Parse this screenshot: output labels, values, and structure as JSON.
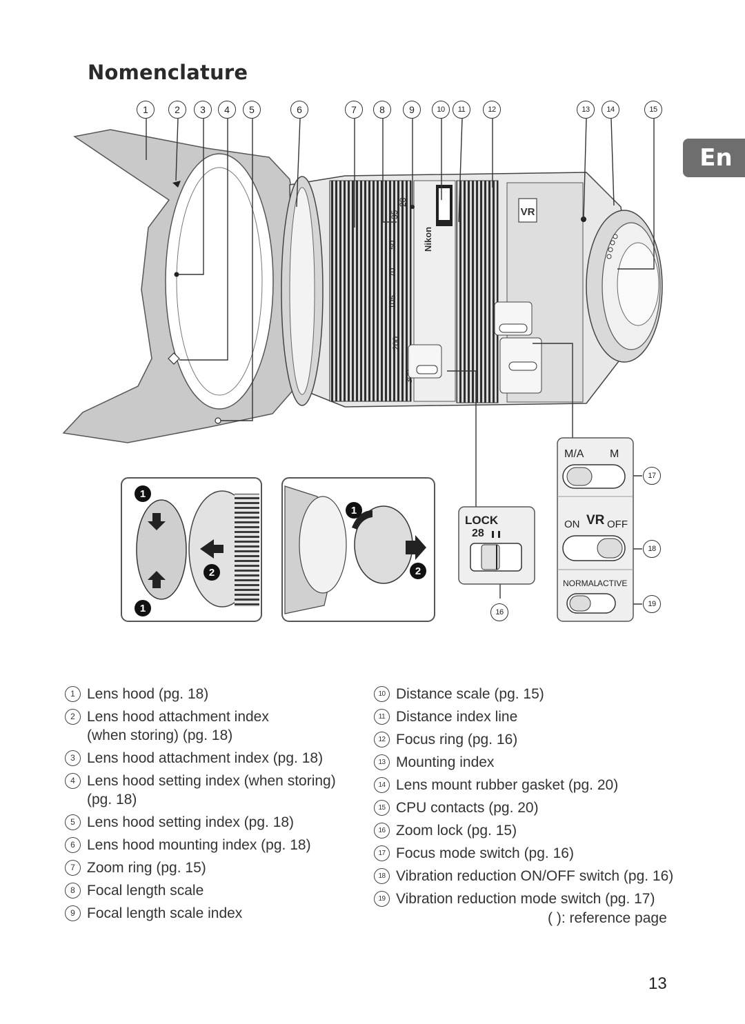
{
  "title": "Nomenclature",
  "language_tab": "En",
  "callout_numbers": [
    "1",
    "2",
    "3",
    "4",
    "5",
    "6",
    "7",
    "8",
    "9",
    "10",
    "11",
    "12",
    "13",
    "14",
    "15"
  ],
  "detail_callouts": [
    "16",
    "17",
    "18",
    "19"
  ],
  "switch_labels": {
    "zoom_lock": {
      "lock": "LOCK",
      "focal": "28"
    },
    "focus_mode": {
      "ma": "M/A",
      "m": "M"
    },
    "vr_onoff": {
      "on": "ON",
      "vr": "VR",
      "off": "OFF"
    },
    "vr_mode": {
      "normal": "NORMAL",
      "active": "ACTIVE"
    }
  },
  "lens_markings": {
    "focal_scale": [
      "35",
      "28",
      "50",
      "70",
      "105",
      "200",
      "300"
    ],
    "brand": "Nikon",
    "vr_badge": "VR"
  },
  "cap_steps": [
    "1",
    "2",
    "1",
    "1",
    "2"
  ],
  "legend_left": [
    {
      "n": "1",
      "text": "Lens hood (pg. 18)"
    },
    {
      "n": "2",
      "text": "Lens hood attachment index",
      "cont": "(when storing) (pg. 18)"
    },
    {
      "n": "3",
      "text": "Lens hood attachment index (pg. 18)"
    },
    {
      "n": "4",
      "text": "Lens hood setting index (when storing)",
      "cont": "(pg. 18)"
    },
    {
      "n": "5",
      "text": "Lens hood setting index (pg. 18)"
    },
    {
      "n": "6",
      "text": "Lens hood mounting index (pg. 18)"
    },
    {
      "n": "7",
      "text": "Zoom ring (pg. 15)"
    },
    {
      "n": "8",
      "text": "Focal length scale"
    },
    {
      "n": "9",
      "text": "Focal length scale index"
    }
  ],
  "legend_right": [
    {
      "n": "10",
      "text": "Distance scale (pg. 15)"
    },
    {
      "n": "11",
      "text": "Distance index line"
    },
    {
      "n": "12",
      "text": "Focus ring (pg. 16)"
    },
    {
      "n": "13",
      "text": "Mounting index"
    },
    {
      "n": "14",
      "text": "Lens mount rubber gasket (pg. 20)"
    },
    {
      "n": "15",
      "text": "CPU contacts (pg. 20)"
    },
    {
      "n": "16",
      "text": "Zoom lock (pg. 15)"
    },
    {
      "n": "17",
      "text": "Focus mode switch (pg. 16)"
    },
    {
      "n": "18",
      "text": "Vibration reduction ON/OFF switch (pg. 16)"
    },
    {
      "n": "19",
      "text": "Vibration reduction mode switch (pg. 17)"
    }
  ],
  "reference_note": "(   ): reference page",
  "page_number": "13"
}
